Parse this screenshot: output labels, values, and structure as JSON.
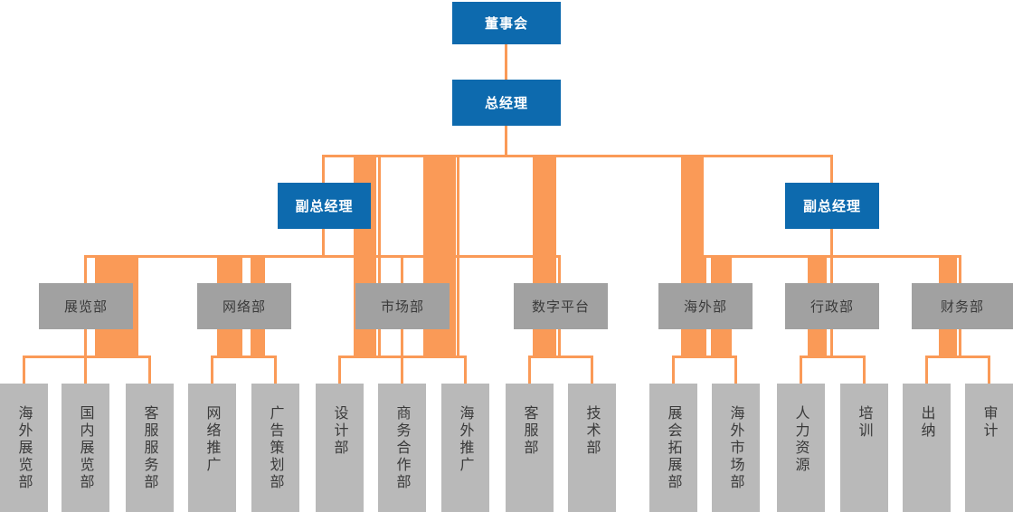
{
  "palette": {
    "accent_orange": "#fa9a57",
    "executive_blue": "#0d6aae",
    "department_gray": "#a1a1a1",
    "unit_gray": "#b9b9b9",
    "text_dark": "#3a3a3a",
    "text_light": "#ffffff"
  },
  "org": {
    "board": {
      "label": "董事会"
    },
    "general_manager": {
      "label": "总经理"
    },
    "deputy_managers": [
      {
        "label": "副总经理"
      },
      {
        "label": "副总经理"
      }
    ],
    "departments": [
      {
        "label": "展览部",
        "children": [
          "海外展览部",
          "国内展览部",
          "客服服务部"
        ]
      },
      {
        "label": "网络部",
        "children": [
          "网络推广",
          "广告策划部"
        ]
      },
      {
        "label": "市场部",
        "children": [
          "设计部",
          "商务合作部",
          "海外推广"
        ]
      },
      {
        "label": "数字平台",
        "children": [
          "客服部",
          "技术部"
        ]
      },
      {
        "label": "海外部",
        "children": [
          "展会拓展部",
          "海外市场部"
        ]
      },
      {
        "label": "行政部",
        "children": [
          "人力资源",
          "培训"
        ]
      },
      {
        "label": "财务部",
        "children": [
          "出纳",
          "审计"
        ]
      }
    ]
  }
}
